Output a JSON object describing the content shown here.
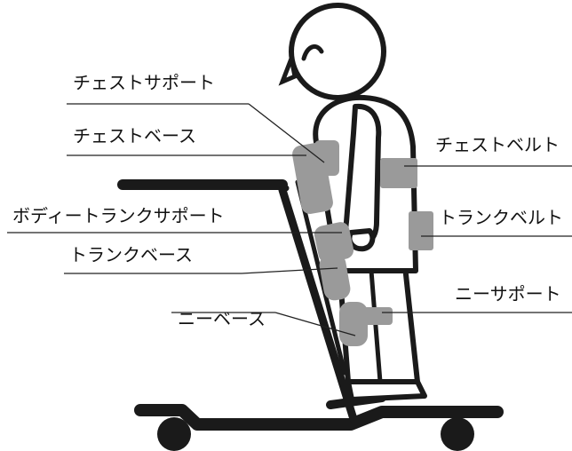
{
  "labels": {
    "chest_support": "チェストサポート",
    "chest_base": "チェストベース",
    "body_trunk_support": "ボディートランクサポート",
    "trunk_base": "トランクベース",
    "knee_base": "ニーベース",
    "chest_belt": "チェストベルト",
    "trunk_belt": "トランクベルト",
    "knee_support": "ニーサポート"
  },
  "colors": {
    "line": "#1a1a1a",
    "pad": "#9a9a9a",
    "background": "#ffffff"
  }
}
